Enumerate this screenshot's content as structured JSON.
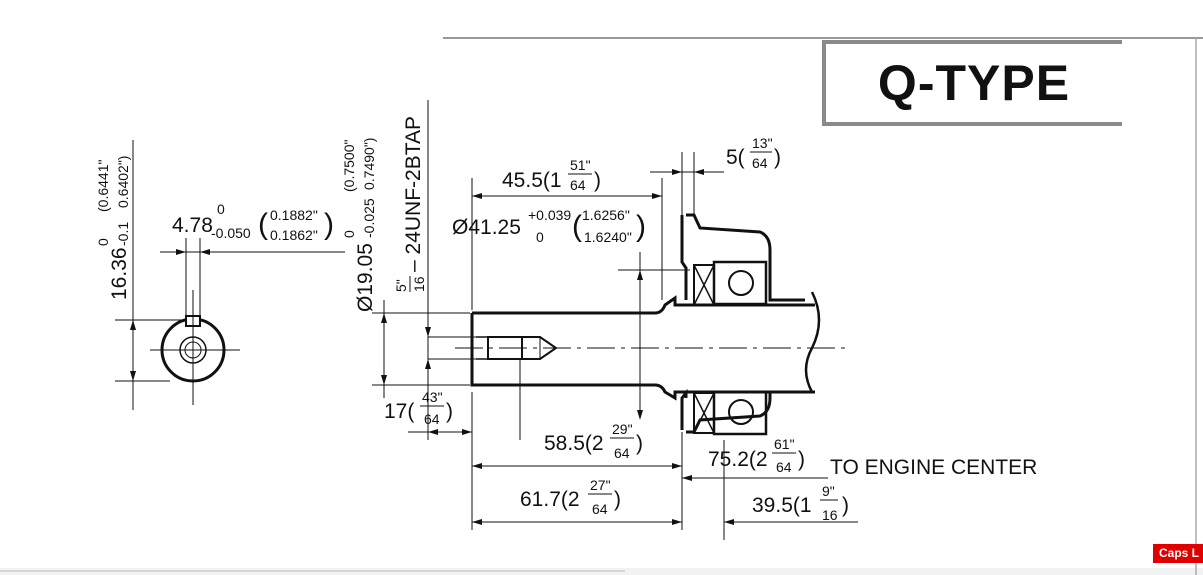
{
  "title": "Q-TYPE",
  "labels": {
    "dim_1636": "16.36",
    "dim_1636_tol": "0",
    "dim_1636_tol2": "-0.1",
    "dim_1636_in1": "(0.6441\"",
    "dim_1636_in2": "0.6402\")",
    "dim_478": "4.78",
    "dim_478_tol": "0",
    "dim_478_tol2": "-0.050",
    "dim_478_in1": "0.1882\"",
    "dim_478_in2": "0.1862\"",
    "dim_1905": "Ø19.05",
    "dim_1905_tol": "0",
    "dim_1905_tol2": "-0.025",
    "dim_1905_in1": "(0.7500\"",
    "dim_1905_in2": "0.7490\")",
    "tap": "– 24UNF-2BTAP",
    "tap_num": "5\"",
    "tap_den": "16",
    "dim_455": "45.5(1",
    "dim_455_num": "51\"",
    "dim_455_den": "64",
    "dim_4125": "Ø41.25",
    "dim_4125_tol": "+0.039",
    "dim_4125_tol2": "0",
    "dim_4125_in1": "1.6256\"",
    "dim_4125_in2": "1.6240\"",
    "dim_5": "5(",
    "dim_5_num": "13\"",
    "dim_5_den": "64",
    "dim_17": "17(",
    "dim_17_num": "43\"",
    "dim_17_den": "64",
    "dim_585": "58.5(2",
    "dim_585_num": "29\"",
    "dim_585_den": "64",
    "dim_752": "75.2(2",
    "dim_752_num": "61\"",
    "dim_752_den": "64",
    "engine_center": "TO ENGINE CENTER",
    "dim_617": "61.7(2",
    "dim_617_num": "27\"",
    "dim_617_den": "64",
    "dim_395": "39.5(1",
    "dim_395_num": "9\"",
    "dim_395_den": "16"
  },
  "status": {
    "capslock": "Caps L"
  }
}
